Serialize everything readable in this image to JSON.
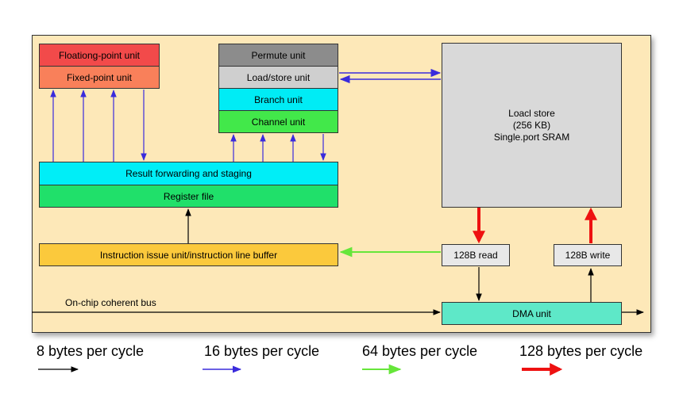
{
  "units": {
    "floating_point": "Floationg-point unit",
    "fixed_point": "Fixed-point unit",
    "permute": "Permute unit",
    "load_store": "Load/store unit",
    "branch": "Branch unit",
    "channel": "Channel unit",
    "result_forwarding": "Result forwarding and staging",
    "register_file": "Register file",
    "instruction_issue": "Instruction issue unit/instruction line buffer",
    "read_buffer": "128B read",
    "write_buffer": "128B write",
    "dma": "DMA unit"
  },
  "local_store": {
    "line1": "Loacl store",
    "line2": "(256 KB)",
    "line3": "Single.port SRAM"
  },
  "bus_label": "On-chip coherent bus",
  "legend": [
    {
      "label": "8 bytes per cycle",
      "color": "#000000"
    },
    {
      "label": "16 bytes per cycle",
      "color": "#3a2bdc"
    },
    {
      "label": "64 bytes per cycle",
      "color": "#66e63a"
    },
    {
      "label": "128 bytes per cycle",
      "color": "#ee1111"
    }
  ],
  "colors": {
    "panel": "#fde8b8",
    "floating_point": "#f24a4a",
    "fixed_point": "#f9805a",
    "permute": "#8c8c8c",
    "load_store": "#cfcfcf",
    "branch": "#00ecf5",
    "channel": "#42e84a",
    "result_forwarding": "#00eef7",
    "register_file": "#20e06a",
    "instruction_issue": "#fbc93c",
    "local_store": "#d9d9d9",
    "buffers": "#e8e8e8",
    "dma": "#5ee8c8"
  }
}
